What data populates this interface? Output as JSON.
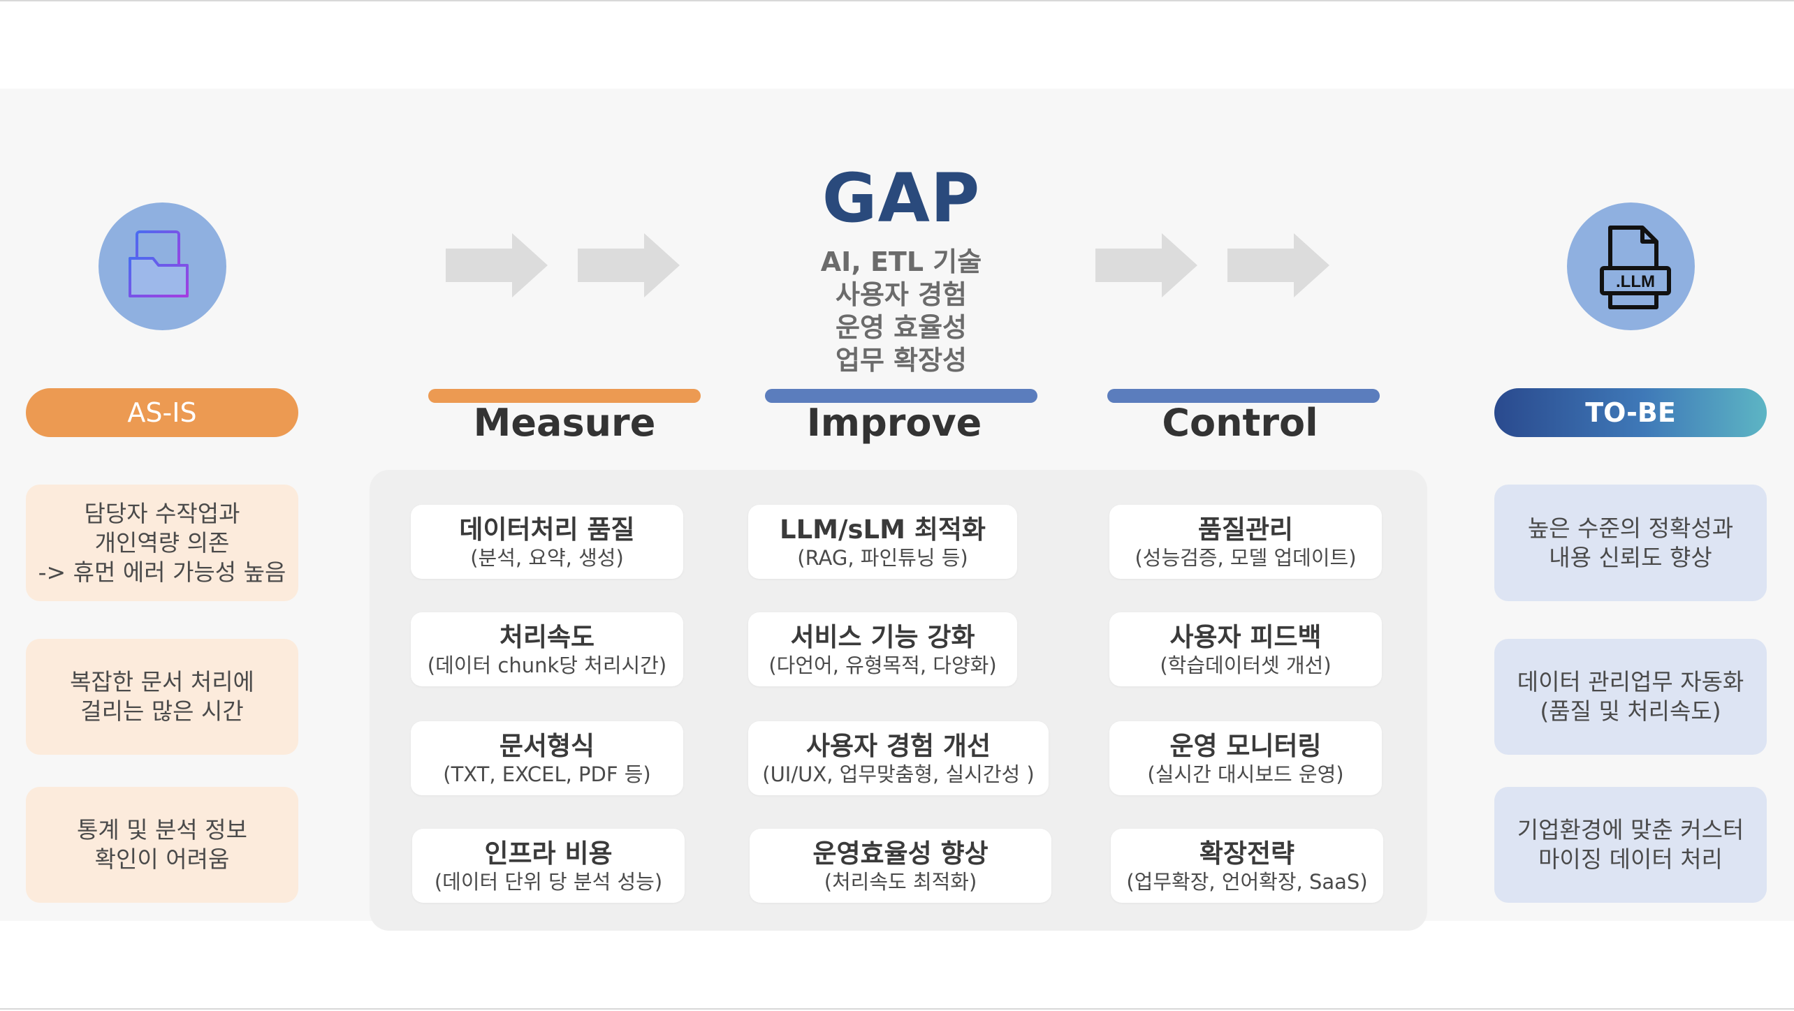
{
  "gap": {
    "title": "GAP",
    "lines": [
      "AI, ETL 기술",
      "사용자 경험",
      "운영 효율성",
      "업무 확장성"
    ]
  },
  "as_is": {
    "label": "AS-IS",
    "icon": "folder-document-icon",
    "items": [
      "담당자 수작업과\n개인역량 의존\n-> 휴먼 에러 가능성 높음",
      "복잡한 문서 처리에\n걸리는 많은 시간",
      "통계 및 분석 정보\n확인이 어려움"
    ]
  },
  "to_be": {
    "label": "TO-BE",
    "icon": "llm-file-icon",
    "icon_text": ".LLM",
    "items": [
      "높은 수준의 정확성과\n내용 신뢰도 향상",
      "데이터 관리업무 자동화\n(품질 및 처리속도)",
      "기업환경에 맞춘 커스터\n마이징 데이터 처리"
    ]
  },
  "phases": [
    {
      "name": "Measure",
      "color": "#ec9a52",
      "cards": [
        {
          "title": "데이터처리 품질",
          "sub": "(분석, 요약, 생성)"
        },
        {
          "title": "처리속도",
          "sub": "(데이터 chunk당 처리시간)"
        },
        {
          "title": "문서형식",
          "sub": "(TXT, EXCEL, PDF 등)"
        },
        {
          "title": "인프라 비용",
          "sub": "(데이터 단위 당 분석 성능)"
        }
      ]
    },
    {
      "name": "Improve",
      "color": "#5b7dbd",
      "cards": [
        {
          "title": "LLM/sLM 최적화",
          "sub": "(RAG, 파인튜닝 등)"
        },
        {
          "title": "서비스 기능 강화",
          "sub": "(다언어, 유형목적, 다양화)"
        },
        {
          "title": "사용자 경험 개선",
          "sub": "(UI/UX, 업무맞춤형, 실시간성 )"
        },
        {
          "title": "운영효율성 향상",
          "sub": "(처리속도 최적화)"
        }
      ]
    },
    {
      "name": "Control",
      "color": "#5b7dbd",
      "cards": [
        {
          "title": "품질관리",
          "sub": "(성능검증, 모델 업데이트)"
        },
        {
          "title": "사용자 피드백",
          "sub": "(학습데이터셋 개선)"
        },
        {
          "title": "운영 모니터링",
          "sub": "(실시간 대시보드 운영)"
        },
        {
          "title": "확장전략",
          "sub": "(업무확장, 언어확장, SaaS)"
        }
      ]
    }
  ],
  "colors": {
    "as_is_accent": "#ec9a52",
    "to_be_accent": "#2a4a8e",
    "gap_title": "#2a4a7c",
    "icon_circle": "#8fb0e0",
    "arrow": "#dcdcdc"
  }
}
